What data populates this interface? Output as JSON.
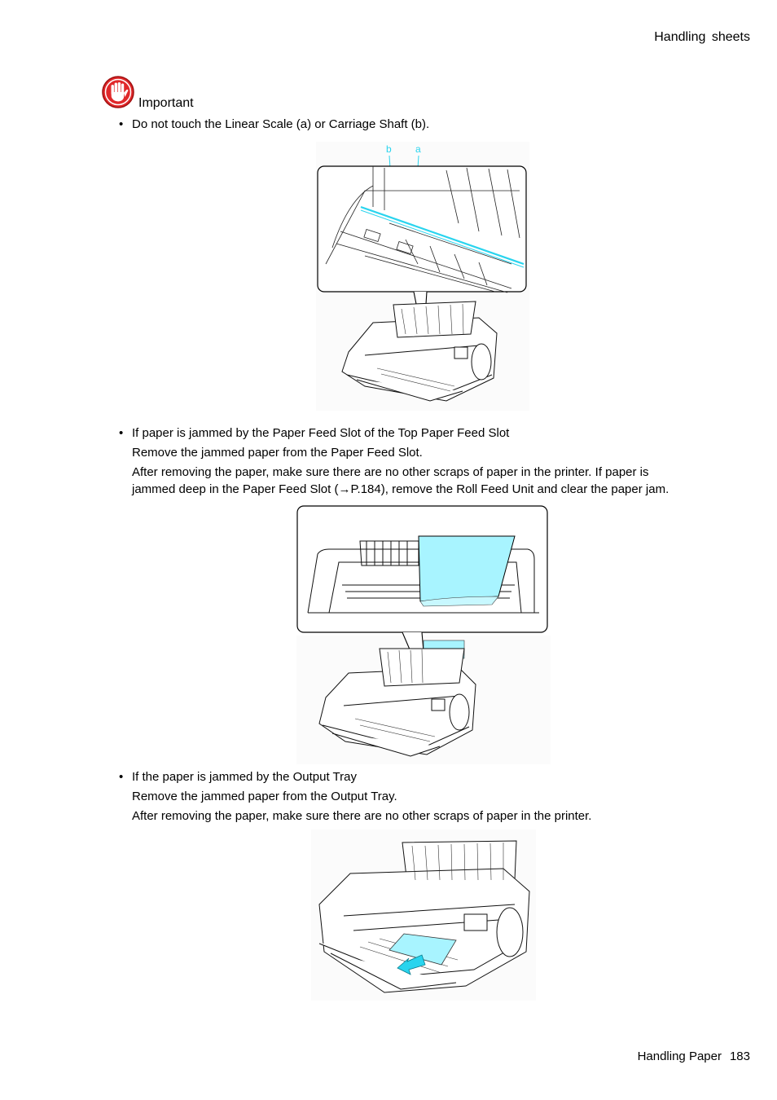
{
  "header": {
    "section_title": "Handling  sheets"
  },
  "important": {
    "label": "Important"
  },
  "items": [
    {
      "bullet": "Do not touch the Linear Scale (a) or Carriage Shaft (b).",
      "figure": {
        "labels": [
          "b",
          "a"
        ]
      }
    },
    {
      "bullet": "If paper is jammed by the Paper Feed Slot of the Top Paper Feed Slot",
      "paragraphs": [
        "Remove the jammed paper from the Paper Feed Slot.",
        "After removing the paper, make sure there are no other scraps of paper in the printer.  If paper is",
        "jammed deep in the Paper Feed Slot (→P.184), remove the Roll Feed Unit and clear the paper jam."
      ]
    },
    {
      "bullet": "If the paper is jammed by the Output Tray",
      "paragraphs": [
        "Remove the jammed paper from the Output Tray.",
        "After removing the paper, make sure there are no other scraps of paper in the printer."
      ]
    }
  ],
  "footer": {
    "chapter": "Handling Paper",
    "page_number": "183"
  },
  "colors": {
    "highlight": "#a8f4ff",
    "accent_line": "#29d4ee",
    "important_red": "#e0282a"
  }
}
